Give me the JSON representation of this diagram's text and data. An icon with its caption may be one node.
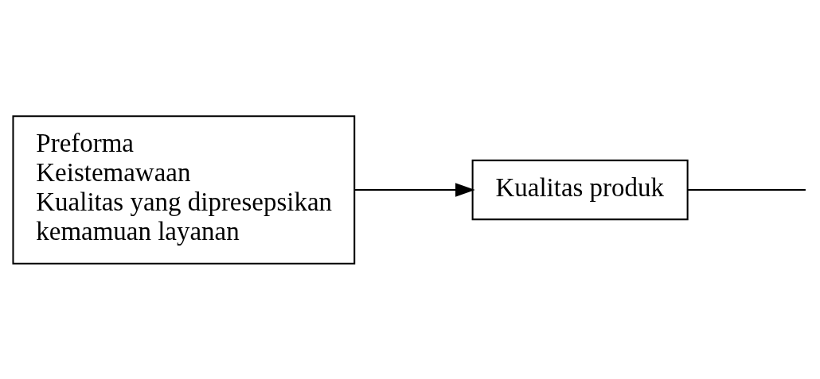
{
  "diagram": {
    "nodes": [
      {
        "text": [
          "Preforma",
          "Keistemawaan",
          "Kualitas yang dipresepsikan",
          "kemamuan layanan"
        ]
      },
      {
        "text": [
          "Kualitas produk"
        ]
      }
    ],
    "edges": [
      {
        "from": 0,
        "to": 1,
        "arrow": "to"
      },
      {
        "from": 1,
        "to": null,
        "arrow": "none"
      }
    ]
  }
}
